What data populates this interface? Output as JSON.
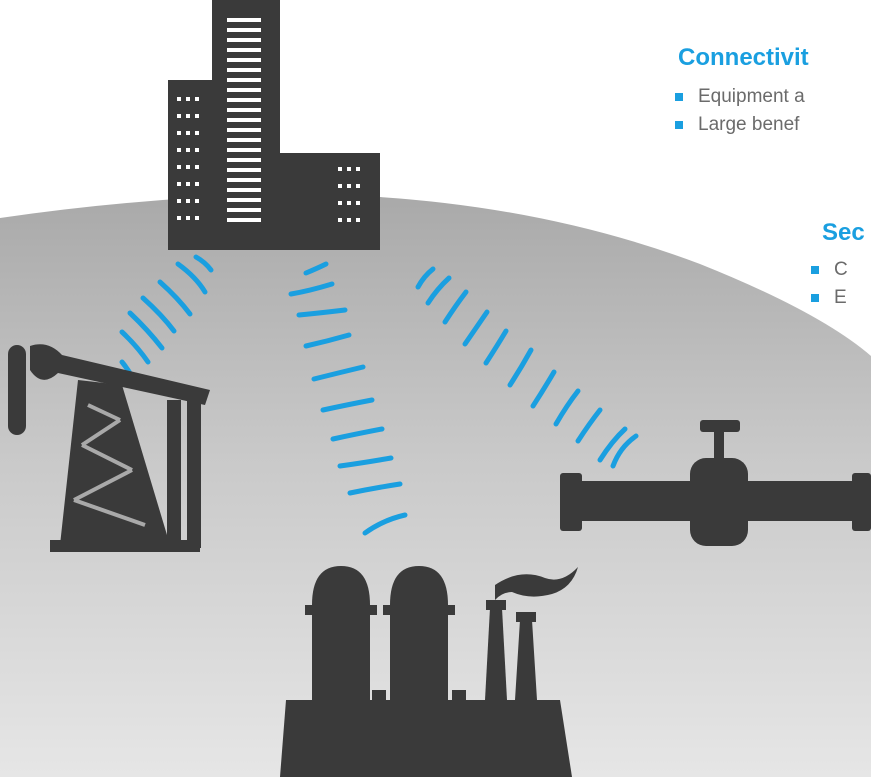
{
  "colors": {
    "accent": "#1a9fe0",
    "icon": "#3a3a3a",
    "text": "#6b6b6b",
    "ground_top": "#a9a9a9",
    "ground_bottom": "#e6e6e6"
  },
  "callouts": [
    {
      "heading": "Connectivit",
      "bullets": [
        "Equipment a",
        "Large benef"
      ]
    },
    {
      "heading": "Sec",
      "bullets": [
        "C",
        "E"
      ]
    }
  ],
  "icons": [
    "office-building-icon",
    "oil-pump-icon",
    "factory-icon",
    "pipeline-valve-icon",
    "wireless-signal-icon"
  ]
}
